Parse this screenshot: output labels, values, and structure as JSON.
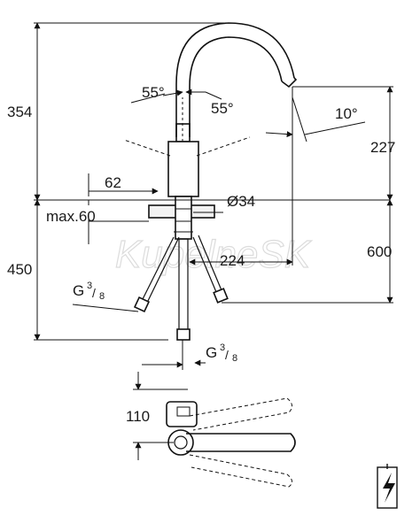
{
  "dimensions": {
    "overall_height": "354",
    "spout_angle_left": "55°",
    "spout_angle_right": "55°",
    "spout_tilt": "10°",
    "spout_outlet_height": "227",
    "base_width": "62",
    "hole_diameter": "Ø34",
    "max_worktop": "max.60",
    "spout_reach": "224",
    "hose_to_outlet": "600",
    "below_worktop": "450",
    "thread_left_main": "G",
    "thread_left_frac_num": "3",
    "thread_left_frac_den": "8",
    "thread_right_main": "G",
    "thread_right_frac_num": "3",
    "thread_right_frac_den": "8",
    "plan_offset": "110"
  },
  "watermark": "KupelneSK",
  "icons": {
    "line_pressure_symbol": "pressure-arrow-icon"
  }
}
